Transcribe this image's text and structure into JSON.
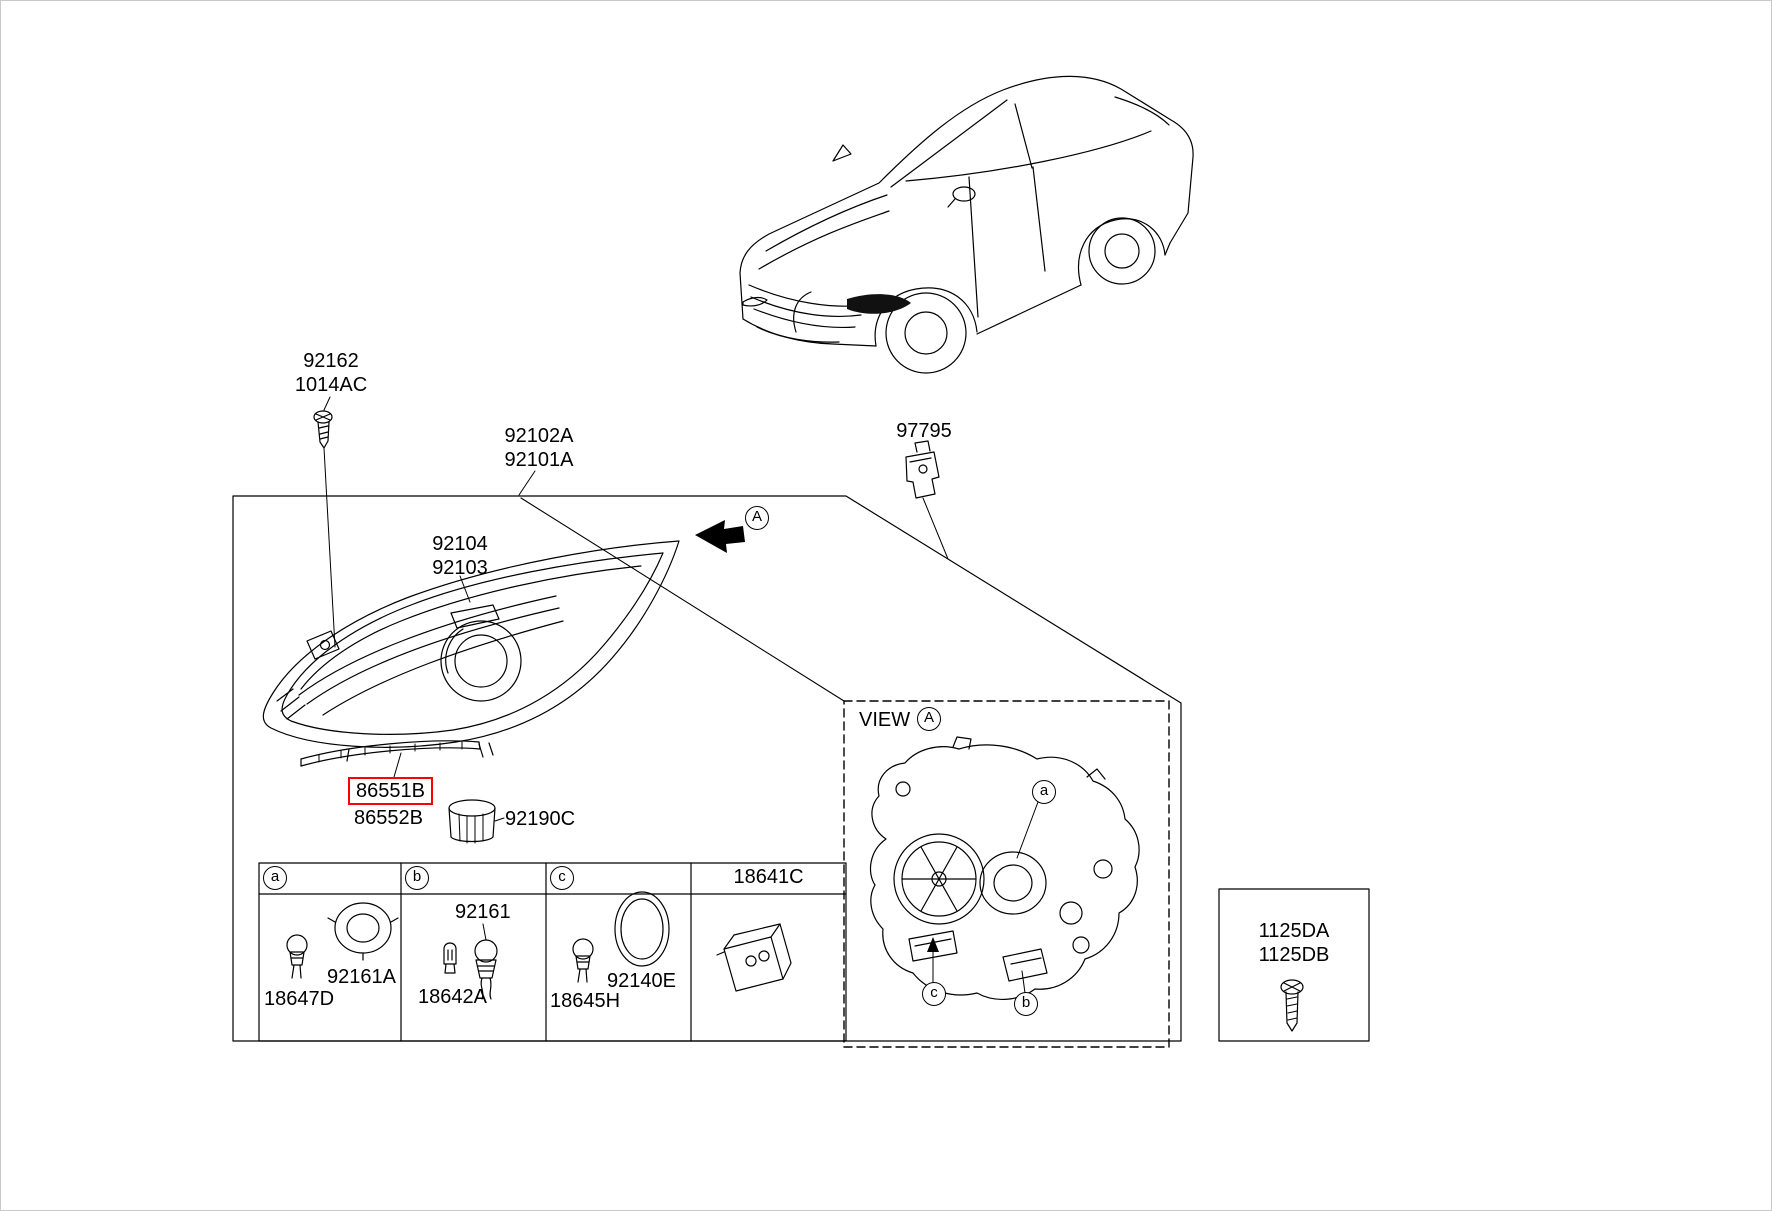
{
  "diagram": {
    "labels": {
      "screw": {
        "line1": "92162",
        "line2": "1014AC"
      },
      "assembly": {
        "line1": "92102A",
        "line2": "92101A"
      },
      "sensor": "97795",
      "housing": {
        "line1": "92104",
        "line2": "92103"
      },
      "strip_main": "86551B",
      "strip_alt": "86552B",
      "cap": "92190C",
      "bolts": {
        "line1": "1125DA",
        "line2": "1125DB"
      }
    },
    "view": {
      "title": "VIEW",
      "marker": "A"
    },
    "markers": {
      "a": "a",
      "b": "b",
      "c": "c"
    },
    "table": {
      "col_a": {
        "header": "a",
        "part1": "18647D",
        "part2": "92161A"
      },
      "col_b": {
        "header": "b",
        "part1": "92161",
        "part2": "18642A"
      },
      "col_c": {
        "header": "c",
        "part1": "18645H",
        "part2": "92140E"
      },
      "col_d": {
        "header": "18641C"
      }
    },
    "colors": {
      "line": "#000000",
      "highlight": "#ff0000",
      "background": "#ffffff"
    }
  }
}
